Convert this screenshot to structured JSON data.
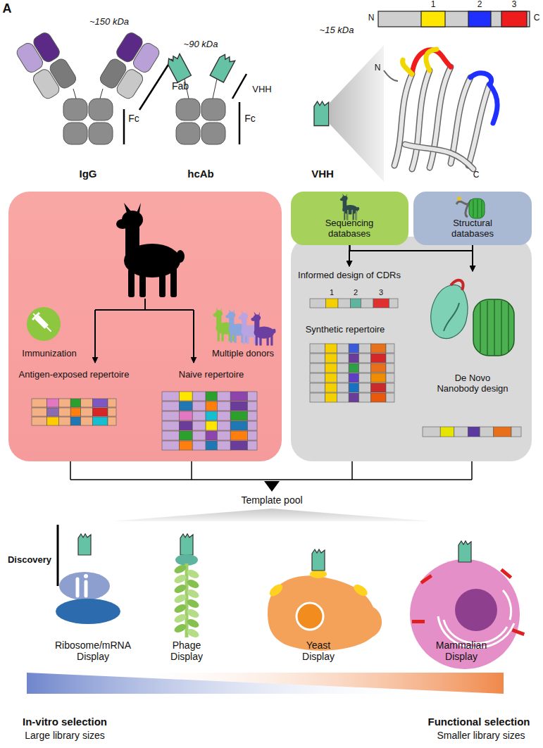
{
  "diagram": {
    "nodes": [
      {
        "text": [
          "Immunization",
          "Multiple donors",
          "Antigen-exposed repertoire",
          "Naive repertoire"
        ]
      },
      {
        "text": [
          "Sequencing databases"
        ]
      },
      {
        "text": [
          "Structural databases"
        ]
      },
      {
        "text": [
          "Synthetic repertoire"
        ]
      },
      {
        "text": [
          "Informed design of CDRs"
        ],
        "in": 3
      },
      {
        "text": [
          "De Novo Nanobody design"
        ],
        "in": 3
      }
    ],
    "edges": [
      {
        "from": 1,
        "to": 4,
        "arrow": "to"
      },
      {
        "from": 1,
        "to": 5,
        "arrow": "to"
      },
      {
        "from": 2,
        "to": 4,
        "arrow": "to"
      },
      {
        "from": 2,
        "to": 5,
        "arrow": "to"
      }
    ],
    "labels": [
      "A",
      "~150 kDa",
      "Fab",
      "Fc",
      "IgG",
      "~90 kDa",
      "VHH",
      "Fc",
      "hcAb",
      "~15 kDa",
      "VHH",
      "1",
      "2",
      "3",
      "N",
      "C",
      "N",
      "C",
      "1",
      "2",
      "3",
      "Template pool",
      "Discovery",
      "Ribosome/mRNA Display",
      "Phage Display",
      "Yeast Display",
      "Mammalian Display",
      "In-vitro selection",
      "Large library sizes",
      "Functional selection",
      "Smaller library sizes"
    ]
  }
}
